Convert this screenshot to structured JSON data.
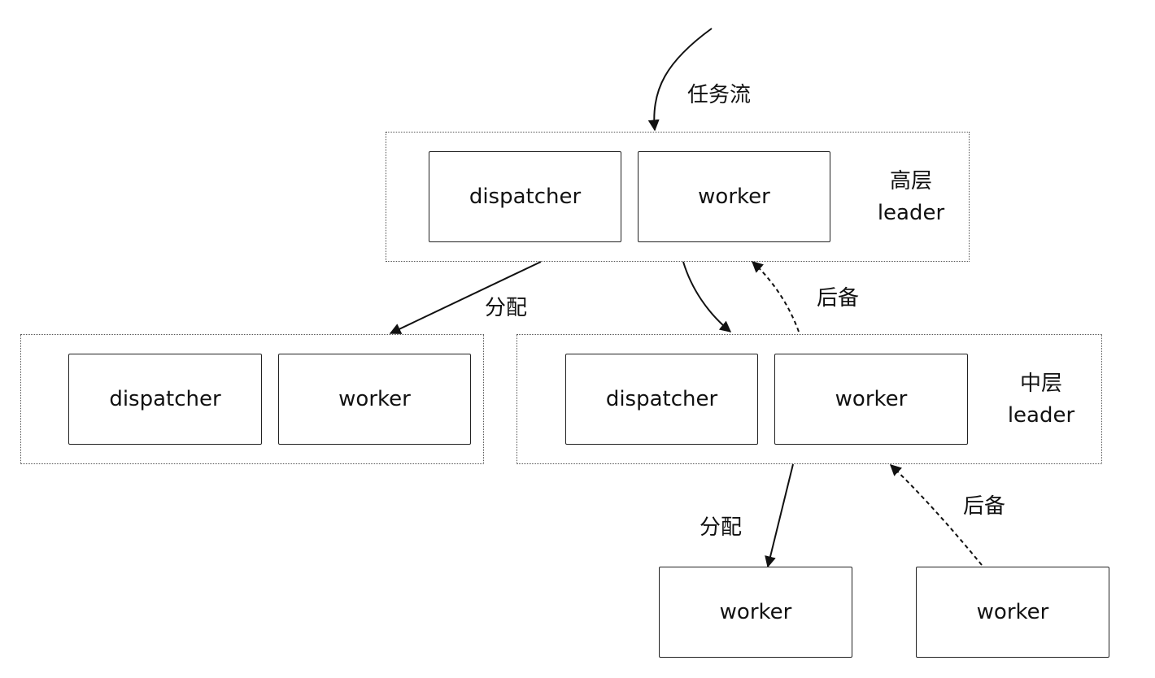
{
  "nodes": {
    "top_dispatcher": "dispatcher",
    "top_worker": "worker",
    "left_dispatcher": "dispatcher",
    "left_worker": "worker",
    "mid_dispatcher": "dispatcher",
    "mid_worker": "worker",
    "bottom_worker_1": "worker",
    "bottom_worker_2": "worker"
  },
  "group_labels": {
    "top_line1": "高层",
    "top_line2": "leader",
    "mid_line1": "中层",
    "mid_line2": "leader"
  },
  "edge_labels": {
    "task_stream": "任务流",
    "assign_left": "分配",
    "backup_mid": "后备",
    "assign_bottom": "分配",
    "backup_bottom": "后备"
  }
}
